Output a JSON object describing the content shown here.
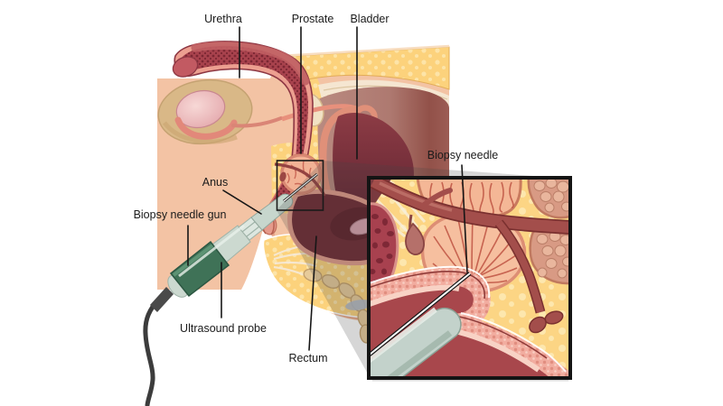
{
  "labels": {
    "urethra": "Urethra",
    "prostate": "Prostate",
    "bladder": "Bladder",
    "anus": "Anus",
    "biopsy_needle_gun": "Biopsy needle gun",
    "ultrasound_probe": "Ultrasound probe",
    "rectum": "Rectum",
    "biopsy_needle": "Biopsy needle"
  },
  "palette": {
    "background": "#ffffff",
    "skin": "#f3c3a4",
    "fat_yellow": "#fcd27c",
    "erectile_tissue_red": "#a8424d",
    "torso_mauve": "#b98a80",
    "bladder_interior": "#7c3039",
    "prostate_pink": "#f2b295",
    "probe_body": "#ccd9d0",
    "probe_grip_green": "#3f7257",
    "vessel_red": "#a34e4b",
    "inset_background": "#fcd584",
    "rectal_mucosa": "#f2ada0",
    "rectal_lumen": "#a8474c",
    "label_text": "#1b1b1b"
  }
}
